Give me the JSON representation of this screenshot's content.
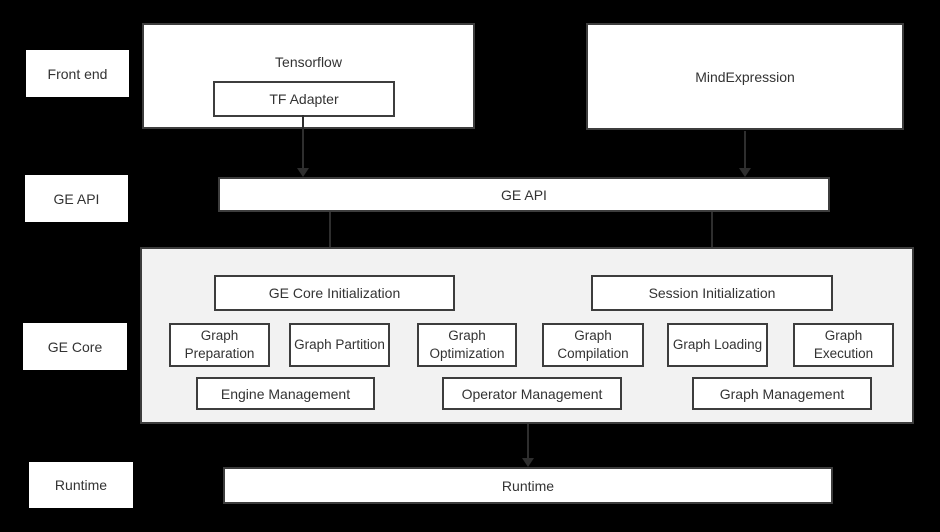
{
  "colors": {
    "background": "#000000",
    "box_fill": "#ffffff",
    "container_fill": "#f2f2f2",
    "border": "#3d3d3d",
    "text": "#333333",
    "arrow": "#2e2e2e"
  },
  "sidebar_labels": [
    "Front end",
    "GE API",
    "GE Core",
    "Runtime"
  ],
  "nodes": {
    "tensorflow": "Tensorflow",
    "tf_adapter": "TF Adapter",
    "mind_expression": "MindExpression",
    "ge_api_bar": "GE API",
    "ge_core_initialization": "GE Core Initialization",
    "session_initialization": "Session Initialization",
    "stages": [
      "Graph Preparation",
      "Graph Partition",
      "Graph Optimization",
      "Graph Compilation",
      "Graph Loading",
      "Graph Execution"
    ],
    "management": [
      "Engine Management",
      "Operator Management",
      "Graph Management"
    ],
    "runtime_bar": "Runtime"
  }
}
